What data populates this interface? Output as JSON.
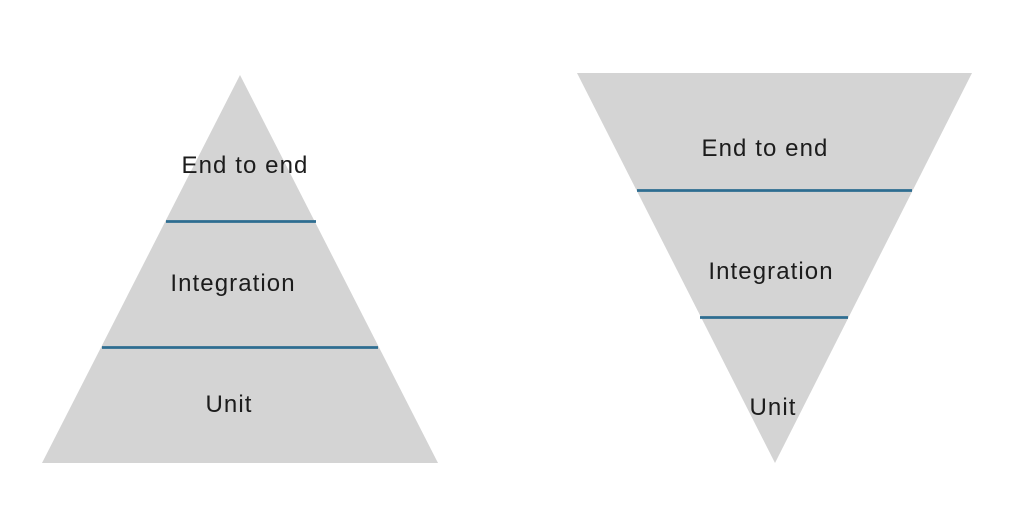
{
  "colors": {
    "triangle_fill": "#d4d4d4",
    "divider_line": "#2e6d91",
    "text": "#1c1c1c",
    "background": "#ffffff"
  },
  "left_pyramid": {
    "title": "testing-pyramid-upward",
    "orientation": "up",
    "levels": [
      {
        "label": "End to end"
      },
      {
        "label": "Integration"
      },
      {
        "label": "Unit"
      }
    ]
  },
  "right_pyramid": {
    "title": "testing-pyramid-inverted",
    "orientation": "down",
    "levels": [
      {
        "label": "End to end"
      },
      {
        "label": "Integration"
      },
      {
        "label": "Unit"
      }
    ]
  }
}
